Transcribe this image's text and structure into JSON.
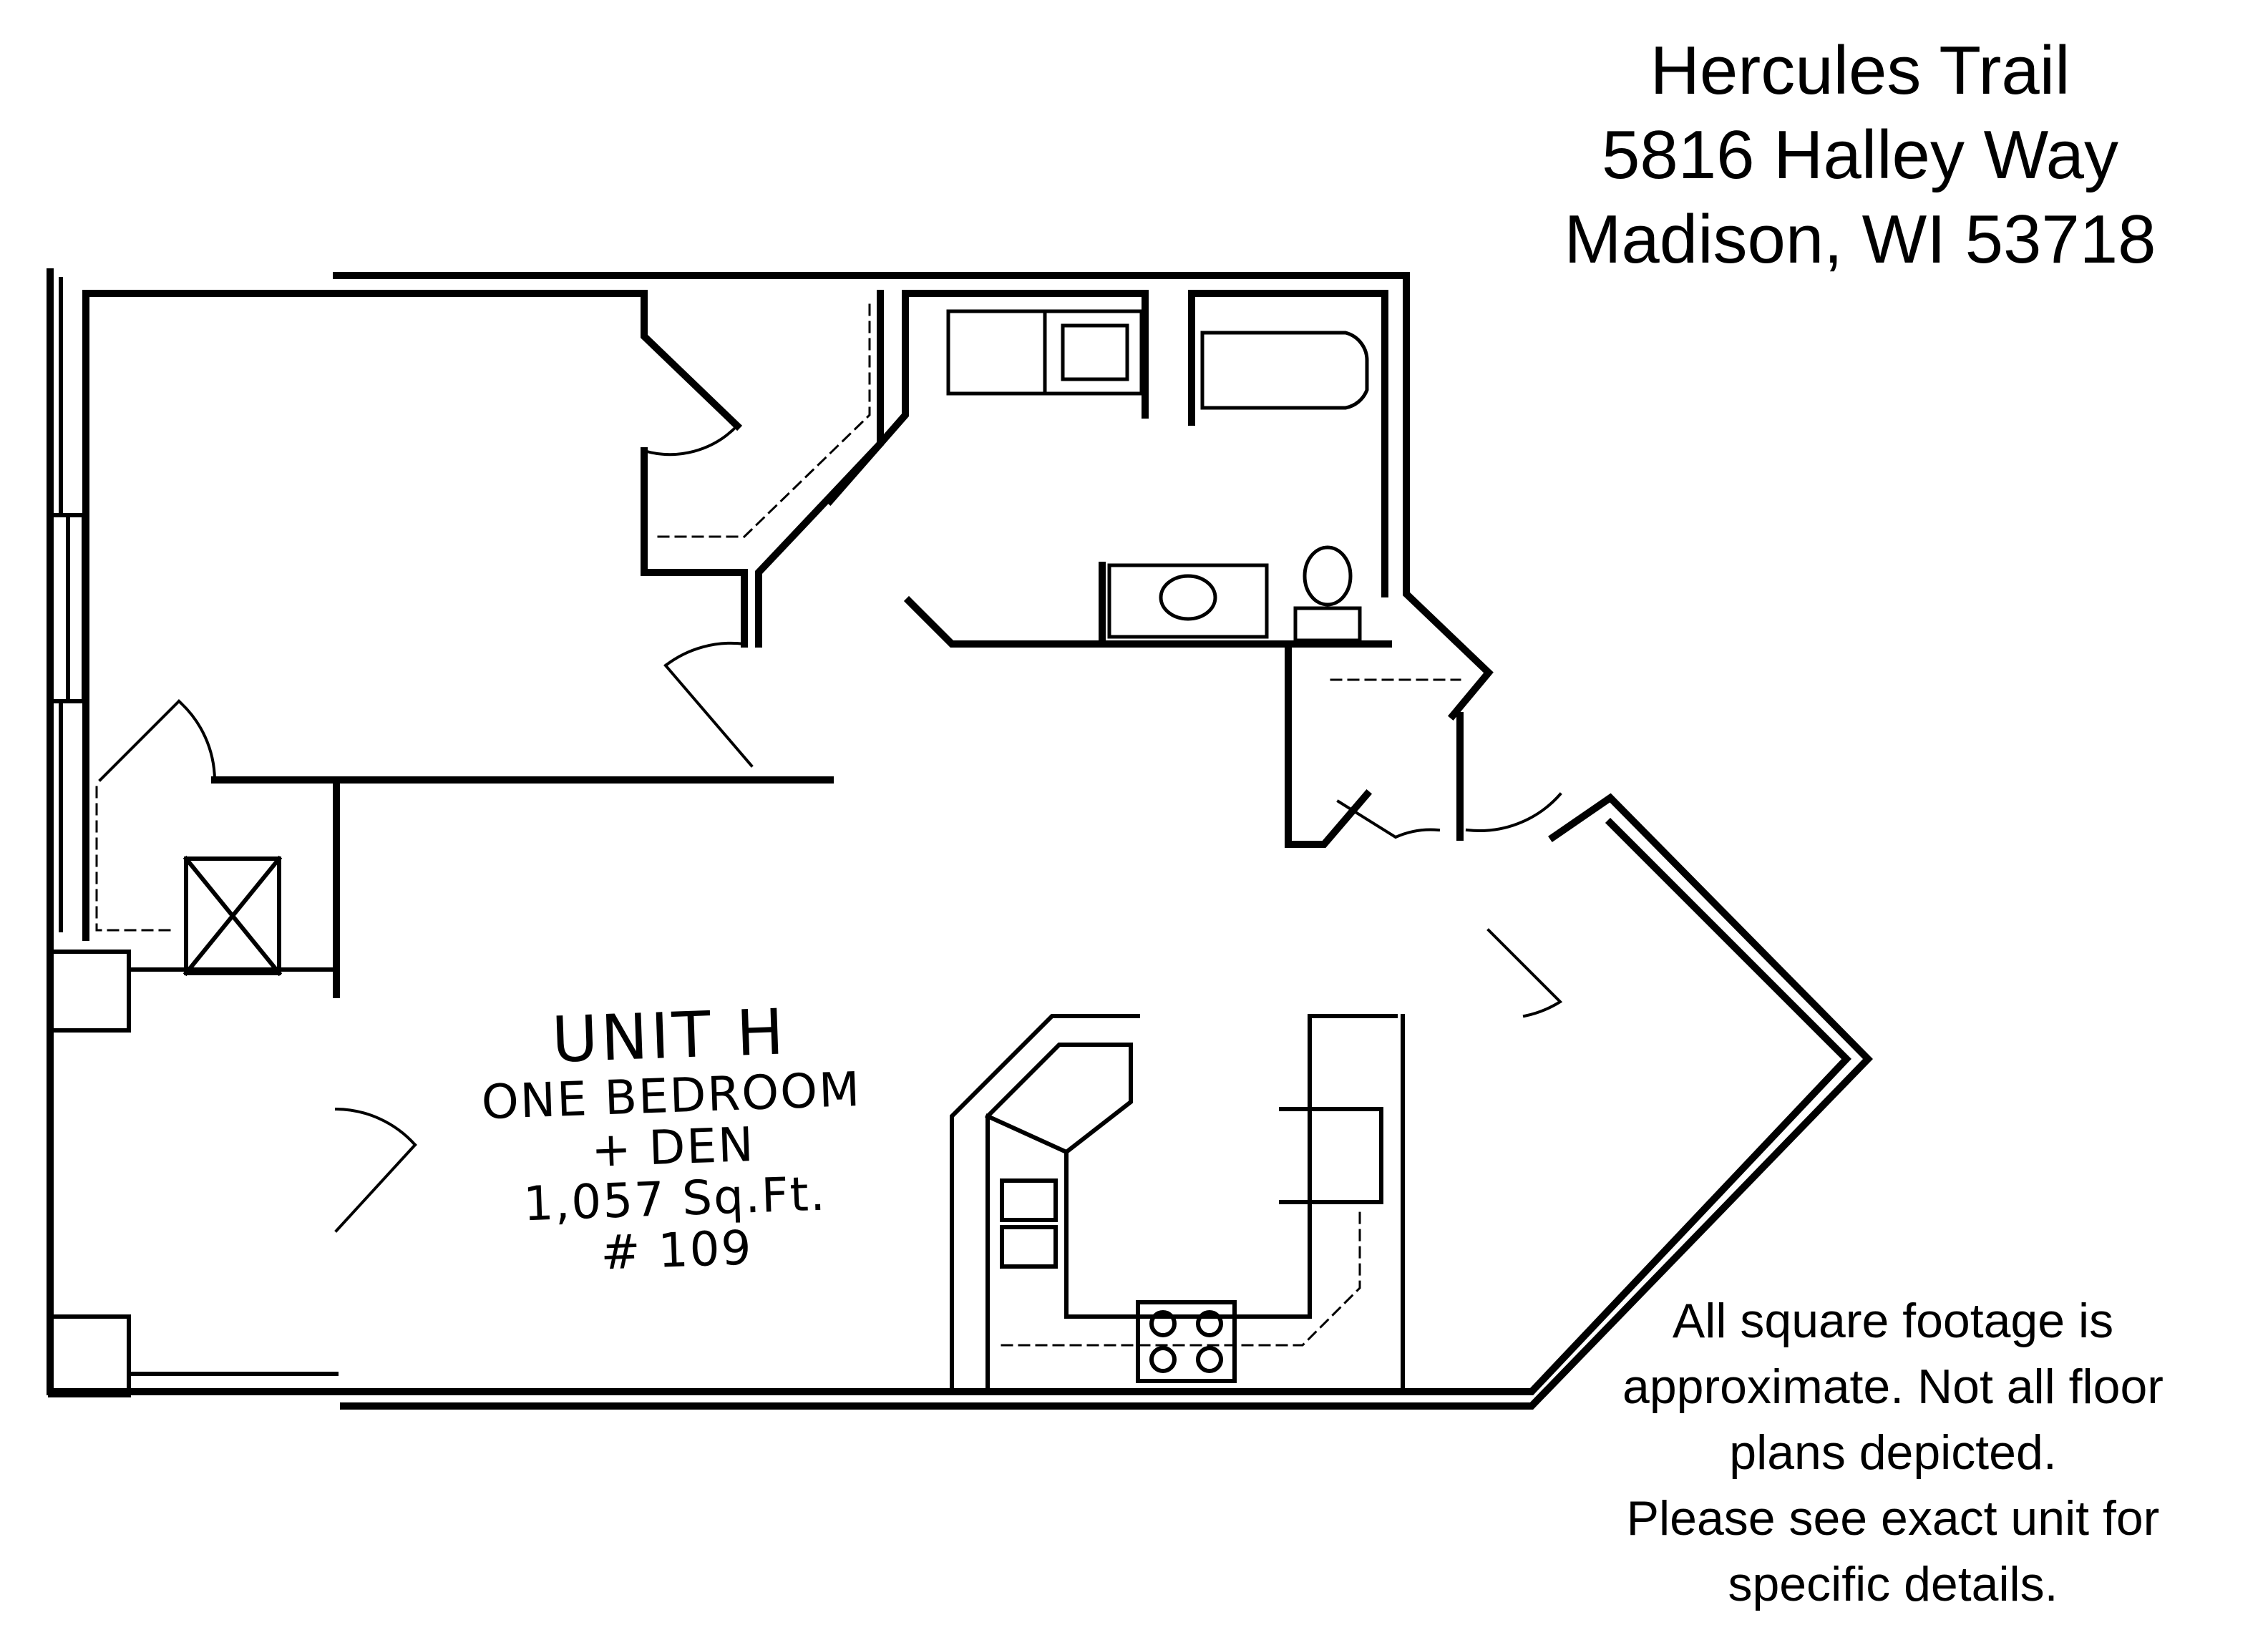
{
  "address": {
    "name": "Hercules Trail",
    "street": "5816 Halley Way",
    "city": "Madison, WI 53718"
  },
  "unit": {
    "name": "UNIT H",
    "type": "ONE BEDROOM",
    "extra": "+ DEN",
    "area": "1,057 Sq.Ft.",
    "number": "# 109"
  },
  "disclaimer": {
    "line1": "All square footage is",
    "line2": "approximate. Not all floor",
    "line3": "plans depicted.",
    "line4": "Please see exact unit for",
    "line5": "specific details."
  }
}
